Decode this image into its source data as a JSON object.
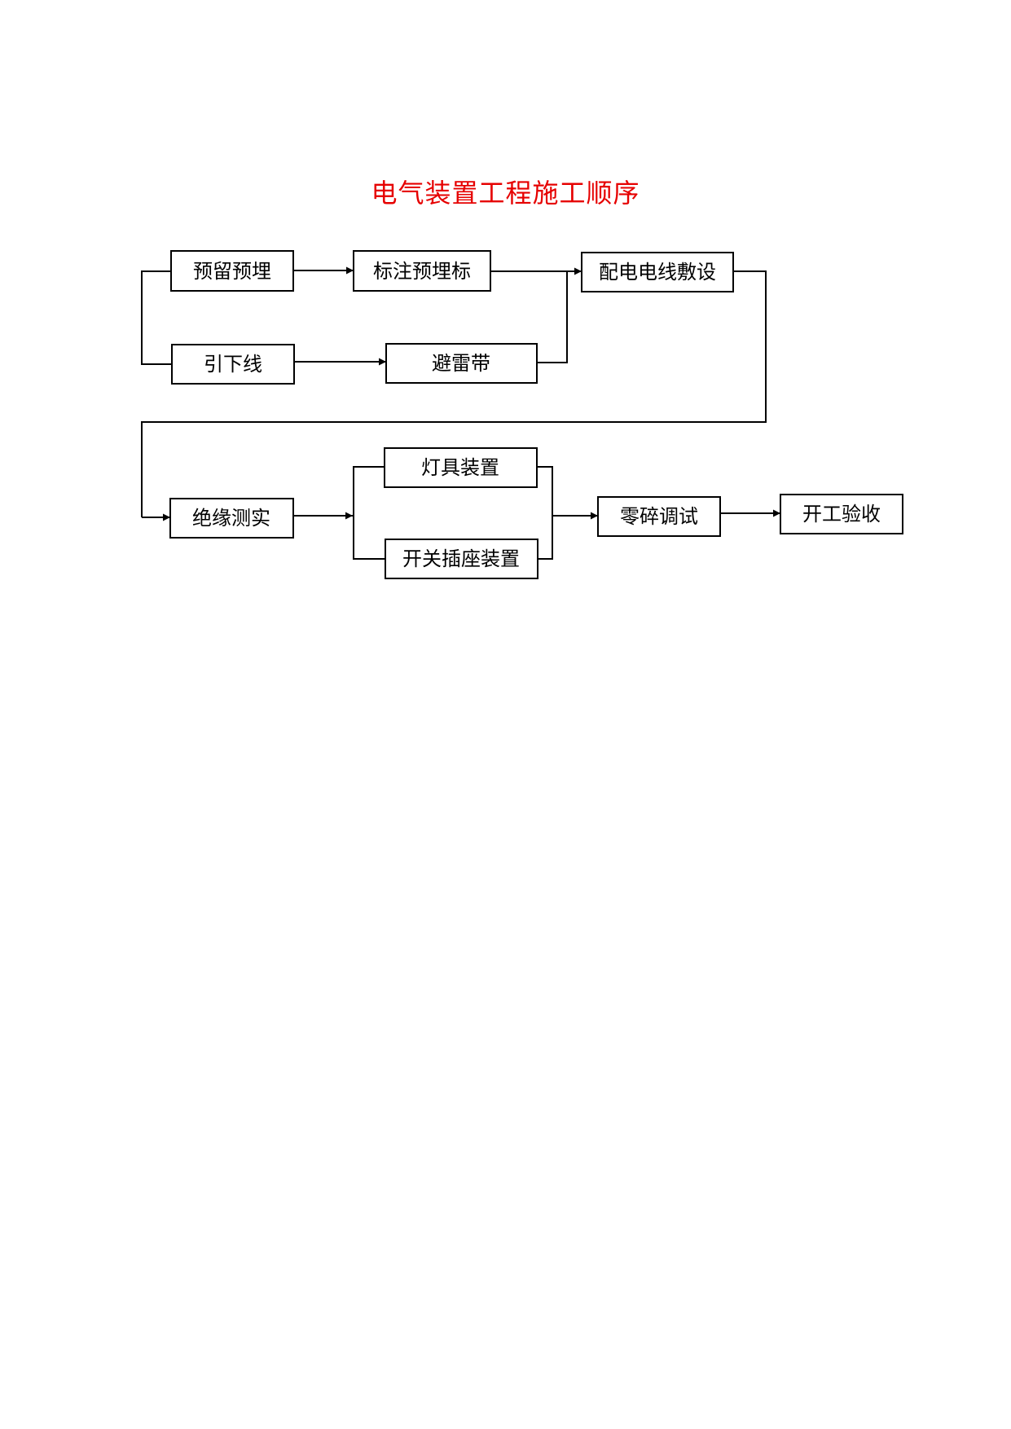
{
  "title": "电气装置工程施工顺序",
  "colors": {
    "title": "#e60000",
    "line": "#000000",
    "box_fill": "#ffffff"
  },
  "nodes": {
    "yuliu": "预留预埋",
    "biaozhu": "标注预埋标",
    "peidian": "配电电线敷设",
    "yinxia": "引下线",
    "bilei": "避雷带",
    "jueyuan": "绝缘测实",
    "dengju": "灯具装置",
    "kaiguan": "开关插座装置",
    "lingsui": "零碎调试",
    "kaigong": "开工验收"
  }
}
